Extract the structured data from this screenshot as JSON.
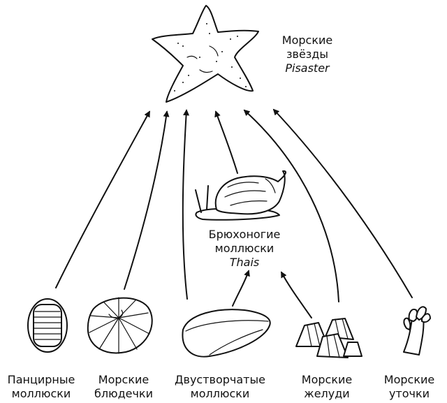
{
  "nodes": {
    "starfish": {
      "line1": "Морские",
      "line2": "звёзды",
      "latin": "Pisaster"
    },
    "snail": {
      "line1": "Брюхоногие",
      "line2": "моллюски",
      "latin": "Thais"
    },
    "chiton": {
      "line1": "Панцирные",
      "line2": "моллюски"
    },
    "limpet": {
      "line1": "Морские",
      "line2": "блюдечки"
    },
    "mussel": {
      "line1": "Двустворчатые",
      "line2": "моллюски"
    },
    "barnacle": {
      "line1": "Морские",
      "line2": "желуди"
    },
    "gooseneck": {
      "line1": "Морские",
      "line2": "уточки"
    }
  },
  "links": [
    {
      "from": "chiton",
      "to": "starfish"
    },
    {
      "from": "limpet",
      "to": "starfish"
    },
    {
      "from": "mussel",
      "to": "starfish"
    },
    {
      "from": "snail",
      "to": "starfish"
    },
    {
      "from": "barnacle",
      "to": "starfish"
    },
    {
      "from": "gooseneck",
      "to": "starfish"
    },
    {
      "from": "mussel",
      "to": "snail"
    },
    {
      "from": "barnacle",
      "to": "snail"
    }
  ]
}
